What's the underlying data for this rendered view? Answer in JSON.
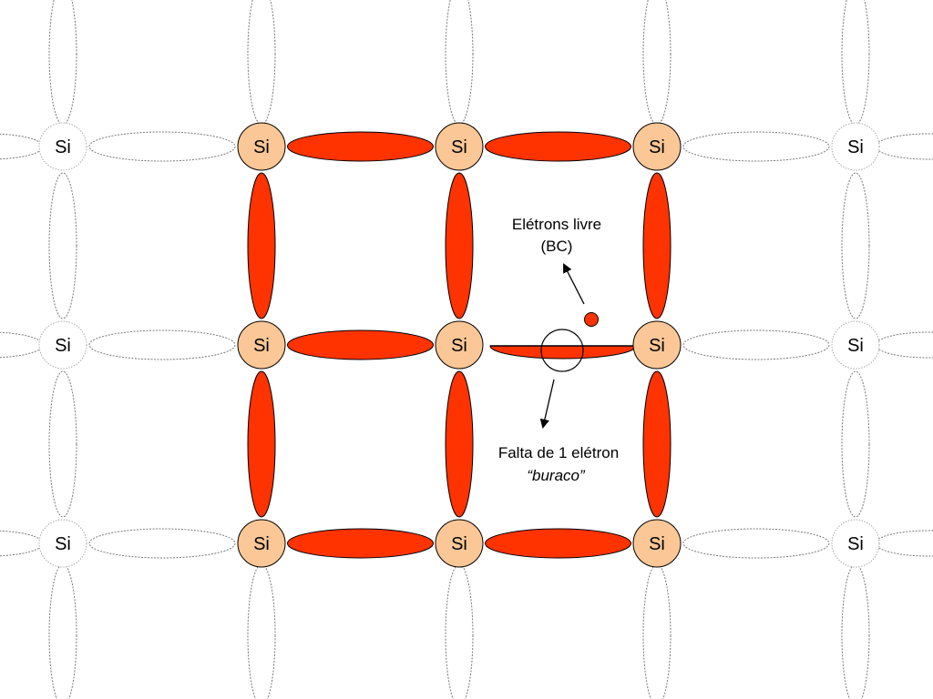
{
  "atom_symbol": "Si",
  "annotations": {
    "free_electron": {
      "line1": "Elétrons livre",
      "line2": "(BC)"
    },
    "hole": {
      "line1": "Falta de 1 elétron",
      "line2": "“buraco”"
    }
  },
  "colors": {
    "bond_fill": "#ff3300",
    "atom_fill": "#fbc796",
    "outline": "#000000",
    "faded_outline": "#777777",
    "background": "#ffffff"
  }
}
